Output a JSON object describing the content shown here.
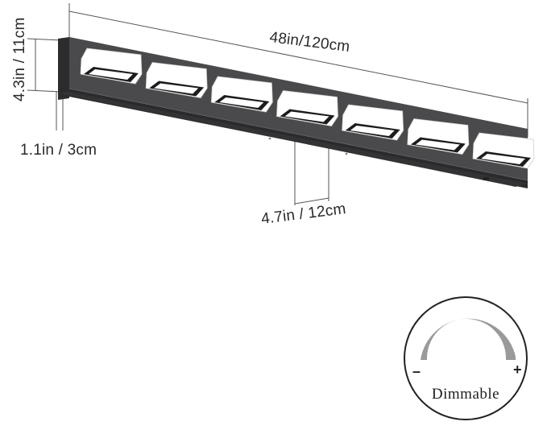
{
  "dimensions": {
    "length": "48in/120cm",
    "height": "4.3in / 11cm",
    "depth": "1.1in / 3cm",
    "spacing": "4.7in / 12cm"
  },
  "badge": {
    "label": "Dimmable",
    "minus": "–",
    "plus": "+"
  },
  "fixture": {
    "light_count": 7,
    "bar_color": "#3a3a3c",
    "shade_color": "#ffffff"
  },
  "colors": {
    "dial_arc": "#9a9a9a",
    "line": "#444444"
  }
}
